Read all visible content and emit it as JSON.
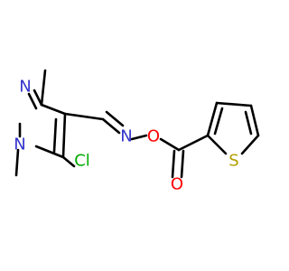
{
  "molecule": {
    "atoms": {
      "n1": "N",
      "n2": "N",
      "cl": "Cl",
      "n_oxime": "N",
      "o_ester": "O",
      "o_carbonyl": "O",
      "s": "S"
    },
    "colors": {
      "bond": "#000000",
      "nitrogen": "#3333cc",
      "oxygen": "#ff0000",
      "chlorine": "#00aa00",
      "sulfur": "#b3a000"
    }
  }
}
